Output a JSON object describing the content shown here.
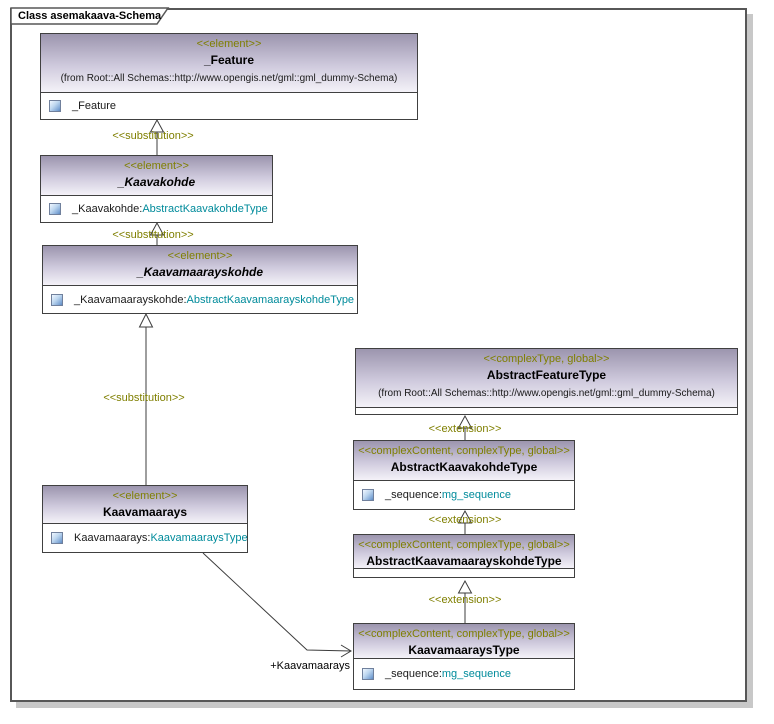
{
  "frame": {
    "title": "Class asemakaava-Schema"
  },
  "edges": {
    "substitution": "<<substitution>>",
    "extension": "<<extension>>",
    "association_role": "+Kaavamaarays"
  },
  "nodes": {
    "feature": {
      "stereotype": "<<element>>",
      "name": "_Feature",
      "from": "(from Root::All Schemas::http://www.opengis.net/gml::gml_dummy-Schema)",
      "attr_name": "_Feature",
      "attr_type": ""
    },
    "kaavakohde": {
      "stereotype": "<<element>>",
      "name": "_Kaavakohde",
      "attr_name": "_Kaavakohde:",
      "attr_type": "AbstractKaavakohdeType"
    },
    "kaavamaarayskohde": {
      "stereotype": "<<element>>",
      "name": "_Kaavamaarayskohde",
      "attr_name": "_Kaavamaarayskohde:",
      "attr_type": "AbstractKaavamaarayskohdeType"
    },
    "abstract_feature_type": {
      "stereotype": "<<complexType, global>>",
      "name": "AbstractFeatureType",
      "from": "(from Root::All Schemas::http://www.opengis.net/gml::gml_dummy-Schema)"
    },
    "abstract_kaavakohde_type": {
      "stereotype": "<<complexContent, complexType, global>>",
      "name": "AbstractKaavakohdeType",
      "attr_name": "_sequence:",
      "attr_type": "mg_sequence"
    },
    "abstract_kaavamaarayskohde_type": {
      "stereotype": "<<complexContent, complexType, global>>",
      "name": "AbstractKaavamaarayskohdeType"
    },
    "kaavamaarays": {
      "stereotype": "<<element>>",
      "name": "Kaavamaarays",
      "attr_name": "Kaavamaarays:",
      "attr_type": "KaavamaaraysType"
    },
    "kaavamaarays_type": {
      "stereotype": "<<complexContent, complexType, global>>",
      "name": "KaavamaaraysType",
      "attr_name": "_sequence:",
      "attr_type": "mg_sequence"
    }
  },
  "colors": {
    "stereotype_text": "#7f7f00",
    "type_reference_text": "#008b9b",
    "header_gradient_top": "#9c95ae",
    "header_gradient_bottom": "#f4f2f8",
    "frame_border": "#575757",
    "frame_shadow": "#c8c8c8",
    "node_border": "#404040"
  }
}
